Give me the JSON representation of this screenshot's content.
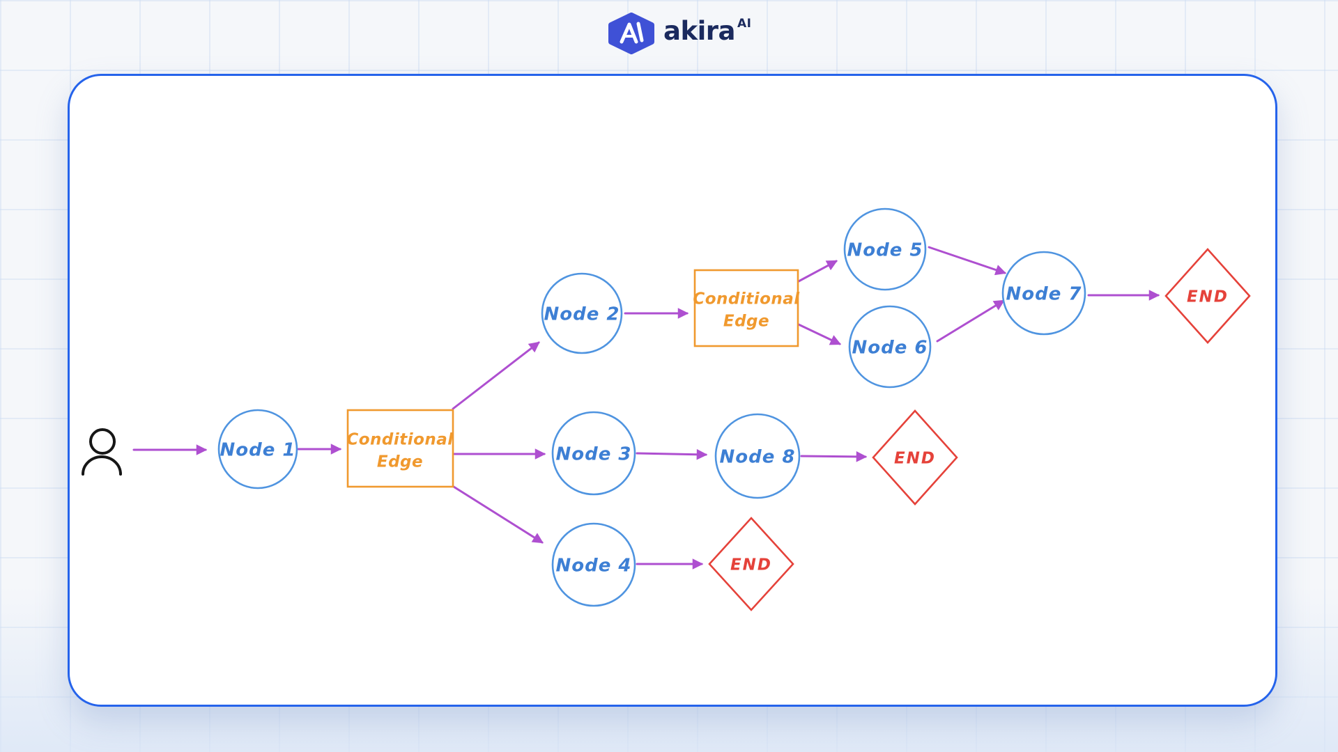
{
  "header": {
    "brand_name": "akira",
    "brand_superscript": "AI"
  },
  "diagram": {
    "start": {
      "icon": "person-icon"
    },
    "nodes": [
      {
        "id": "node1",
        "label": "Node 1"
      },
      {
        "id": "node2",
        "label": "Node 2"
      },
      {
        "id": "node3",
        "label": "Node 3"
      },
      {
        "id": "node4",
        "label": "Node 4"
      },
      {
        "id": "node5",
        "label": "Node 5"
      },
      {
        "id": "node6",
        "label": "Node 6"
      },
      {
        "id": "node7",
        "label": "Node 7"
      },
      {
        "id": "node8",
        "label": "Node 8"
      }
    ],
    "conditional_edges": [
      {
        "id": "cond1",
        "line1": "Conditional",
        "line2": "Edge"
      },
      {
        "id": "cond2",
        "line1": "Conditional",
        "line2": "Edge"
      }
    ],
    "terminals": [
      {
        "id": "end1",
        "label": "END"
      },
      {
        "id": "end2",
        "label": "END"
      },
      {
        "id": "end3",
        "label": "END"
      }
    ],
    "connections": [
      "user -> Node 1",
      "Node 1 -> Conditional Edge (1)",
      "Conditional Edge (1) -> Node 2",
      "Conditional Edge (1) -> Node 3",
      "Conditional Edge (1) -> Node 4",
      "Node 2 -> Conditional Edge (2)",
      "Conditional Edge (2) -> Node 5",
      "Conditional Edge (2) -> Node 6",
      "Node 5 -> Node 7",
      "Node 6 -> Node 7",
      "Node 7 -> END",
      "Node 3 -> Node 8",
      "Node 8 -> END",
      "Node 4 -> END"
    ],
    "colors": {
      "node_stroke": "#4f94e0",
      "node_text": "#3d7fd4",
      "conditional": "#f0992e",
      "terminal": "#e5423a",
      "arrow": "#ae4fd0",
      "canvas_border": "#2563eb",
      "person": "#161616",
      "brand_blue": "#3f51d6",
      "brand_navy": "#1b2a5e"
    }
  }
}
